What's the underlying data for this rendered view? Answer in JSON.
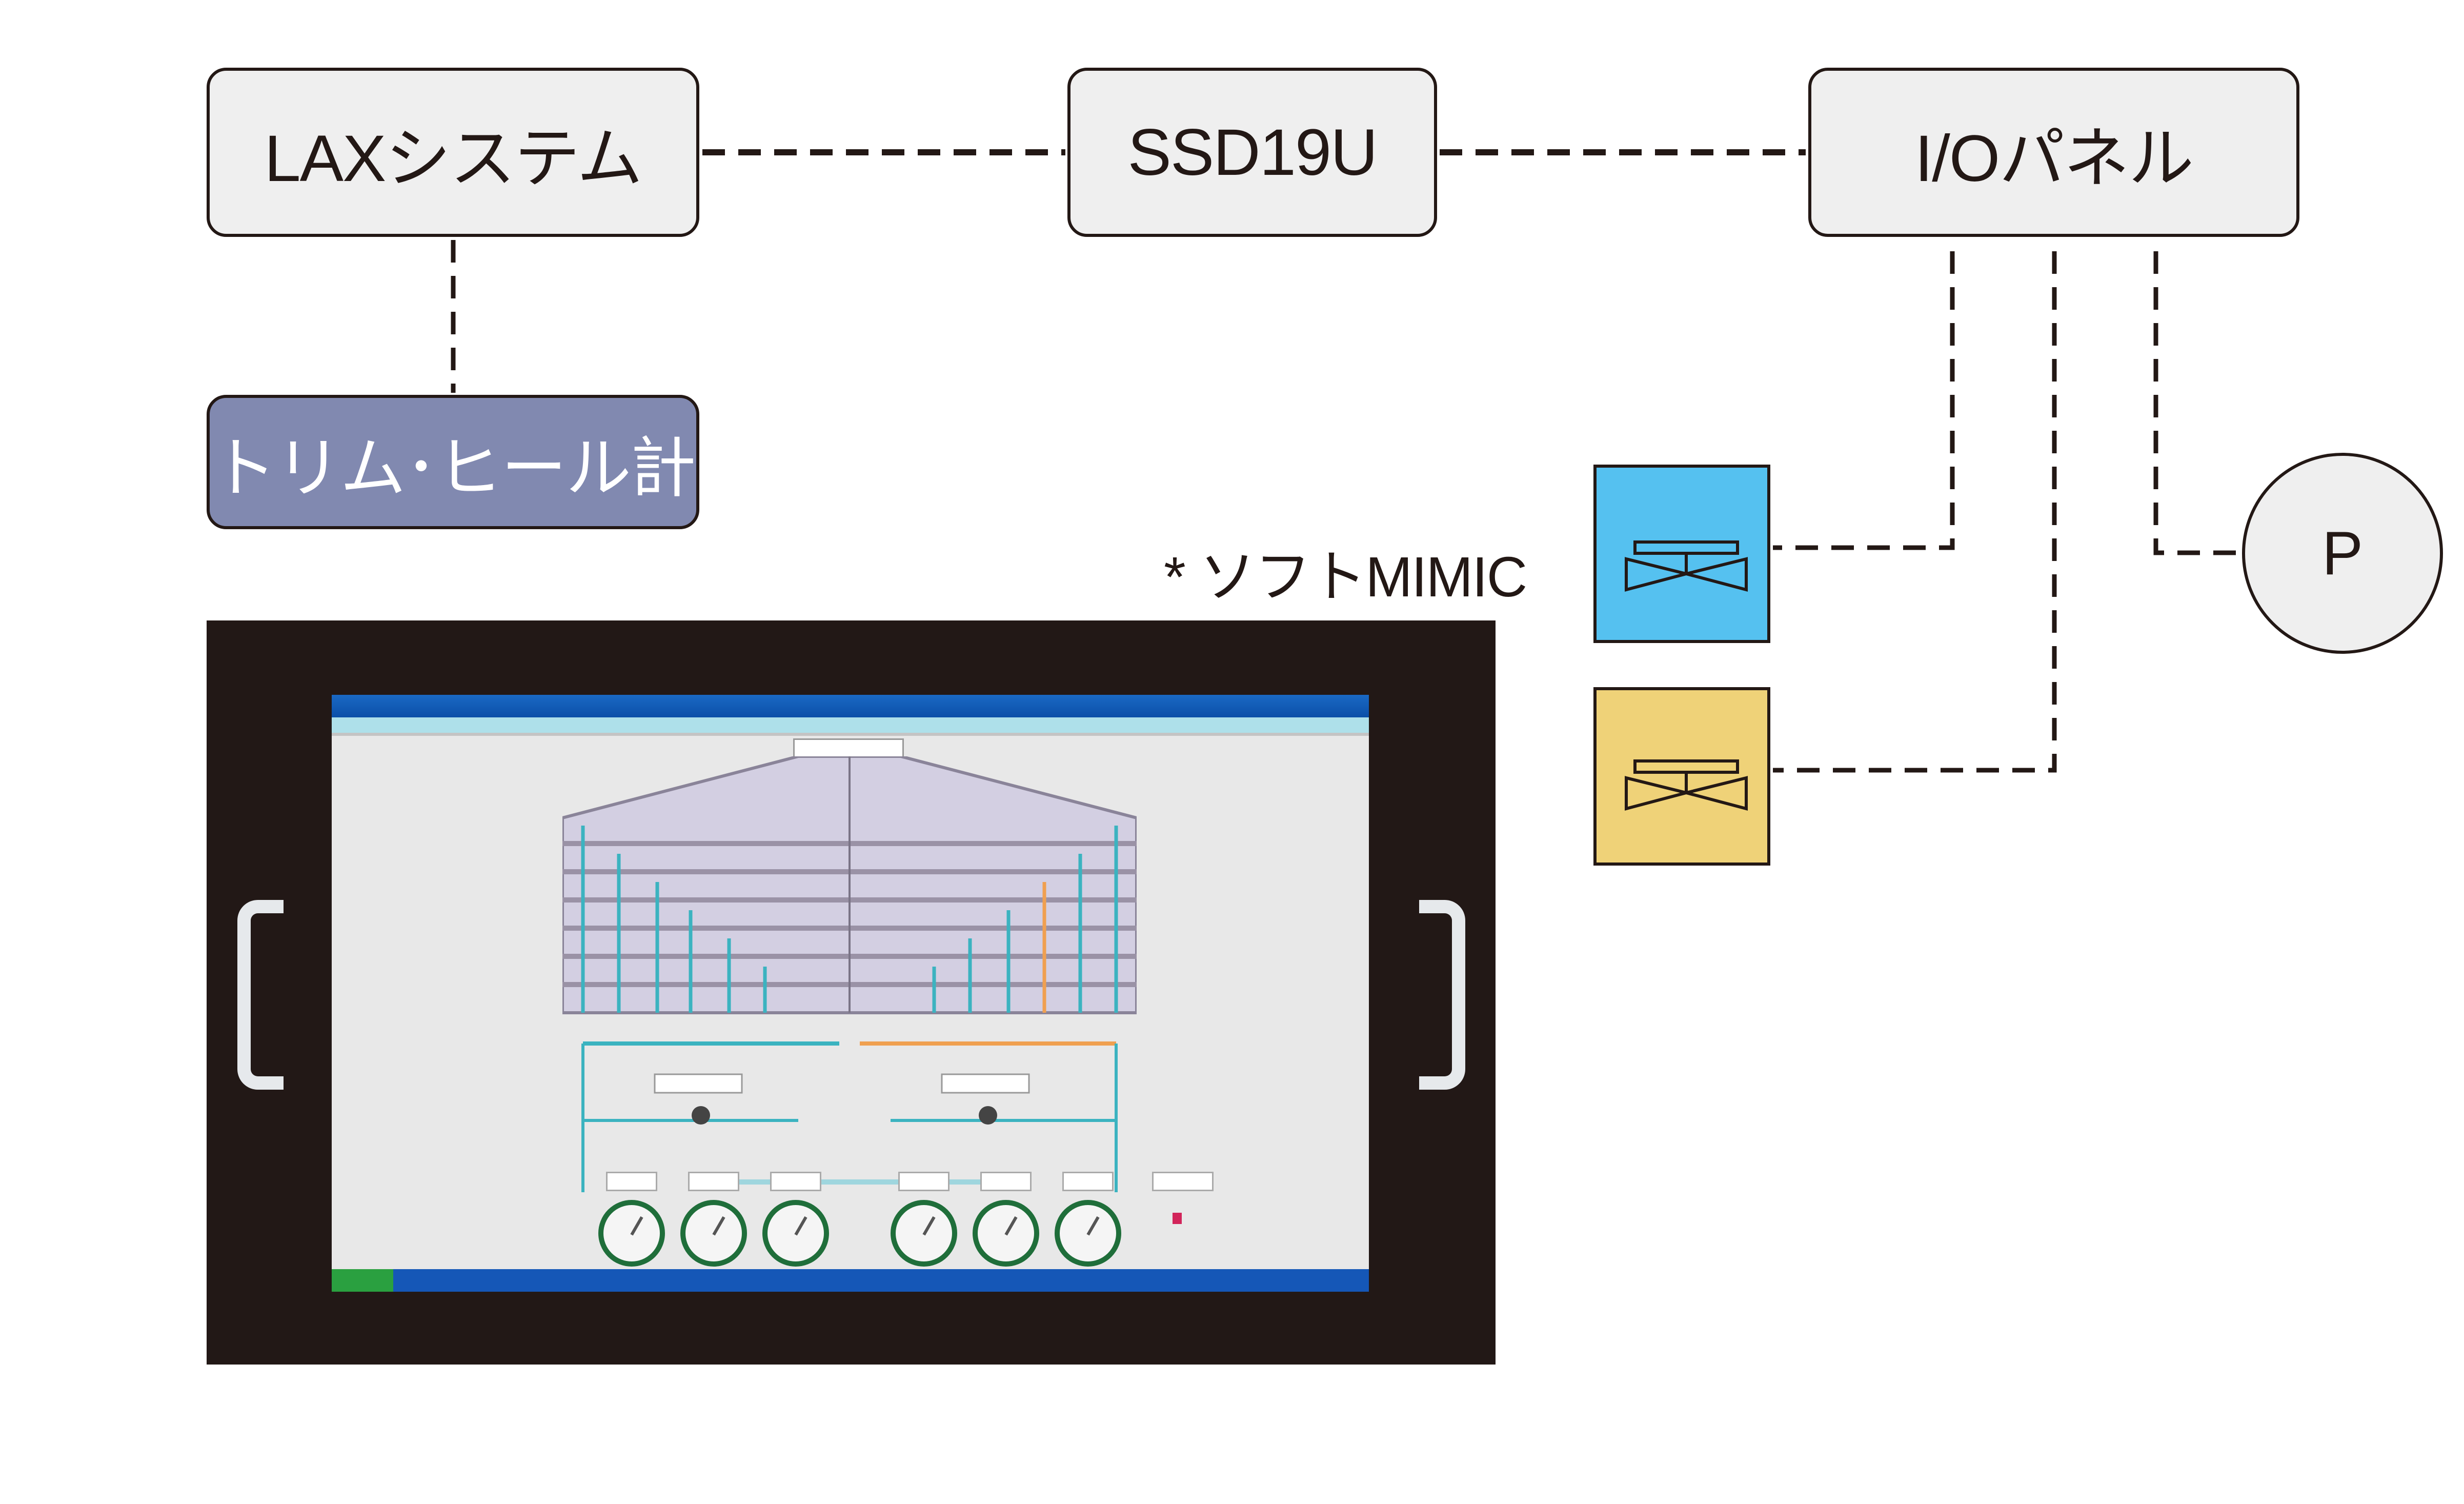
{
  "nodes": {
    "lax_system": "LAXシステム",
    "ssd19u": "SSD19U",
    "io_panel": "I/Oパネル",
    "trim_heel_meter": "トリム･ヒール計"
  },
  "devices": {
    "valve_blue": {
      "icon": "valve-icon",
      "color": "#55c1f0"
    },
    "valve_yellow": {
      "icon": "valve-icon",
      "color": "#efd278"
    },
    "pump": {
      "label": "P",
      "icon": "pump-icon"
    }
  },
  "monitor": {
    "caption": "* ソフトMIMIC",
    "screen": {
      "description": "MIMIC tank/valve control screen (text illegible in source)",
      "gauge_count": 6,
      "gauge_color": "#1f6e3a",
      "pipe_colors": {
        "primary": "#3bb3c0",
        "active": "#f0a050"
      }
    }
  },
  "connections": [
    {
      "from": "LAXシステム",
      "to": "SSD19U",
      "style": "dashed"
    },
    {
      "from": "SSD19U",
      "to": "I/Oパネル",
      "style": "dashed"
    },
    {
      "from": "LAXシステム",
      "to": "トリム･ヒール計",
      "style": "dashed"
    },
    {
      "from": "I/Oパネル",
      "to": "valve_blue",
      "style": "dashed"
    },
    {
      "from": "I/Oパネル",
      "to": "valve_yellow",
      "style": "dashed"
    },
    {
      "from": "I/Oパネル",
      "to": "P",
      "style": "dashed"
    }
  ]
}
